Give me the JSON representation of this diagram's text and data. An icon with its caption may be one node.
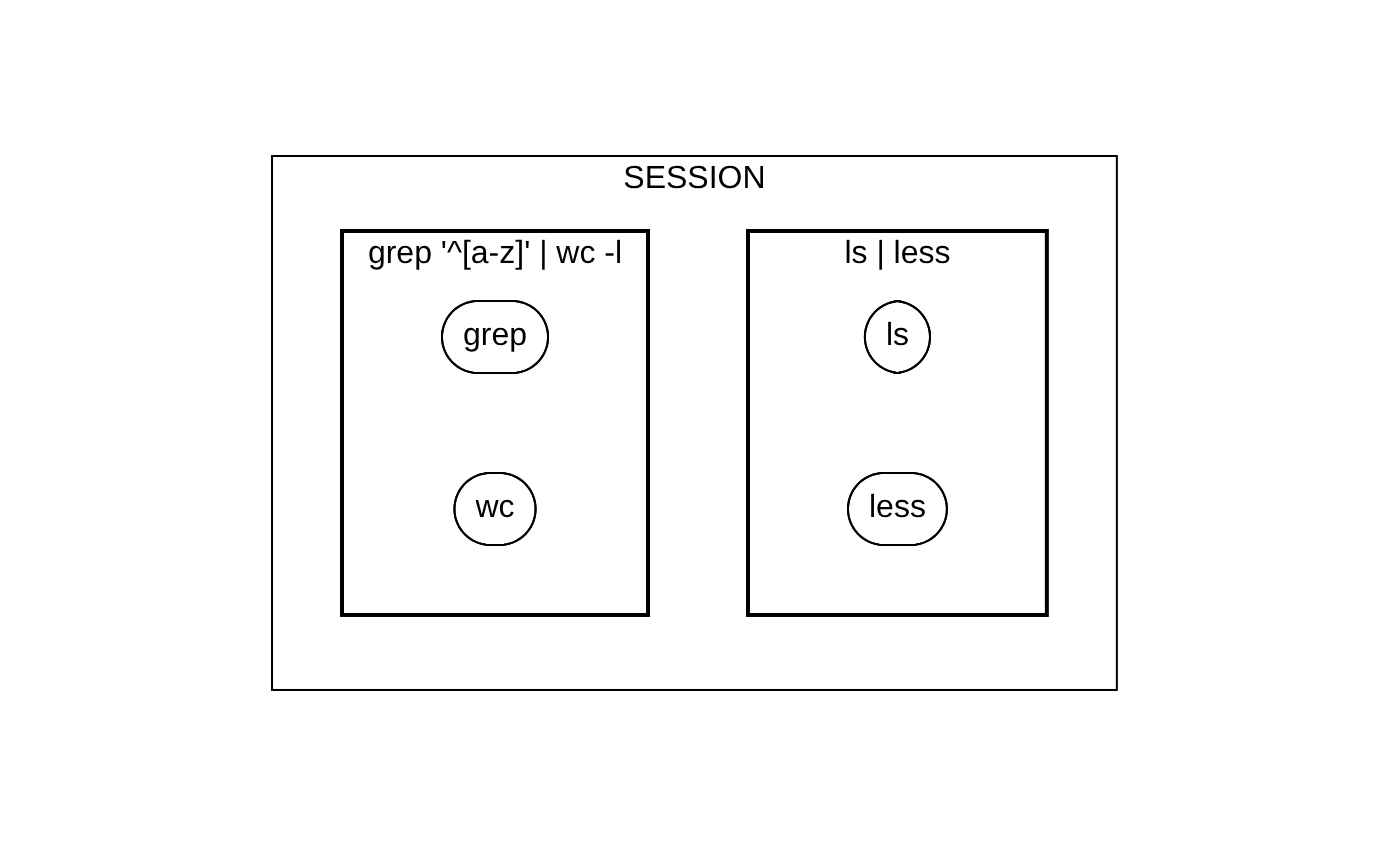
{
  "diagram": {
    "nodes": [
      {
        "text": [
          "SESSION"
        ]
      },
      {
        "text": [
          "ls | less"
        ],
        "in": 0
      },
      {
        "text": [
          "ls"
        ],
        "in": 1
      },
      {
        "text": [
          "less"
        ],
        "in": 1
      },
      {
        "text": [
          "grep '^[a-z]' | wc -l"
        ],
        "in": 0
      },
      {
        "text": [
          "grep"
        ],
        "in": 4
      },
      {
        "text": [
          "wc"
        ],
        "in": 4
      }
    ],
    "edges": []
  }
}
